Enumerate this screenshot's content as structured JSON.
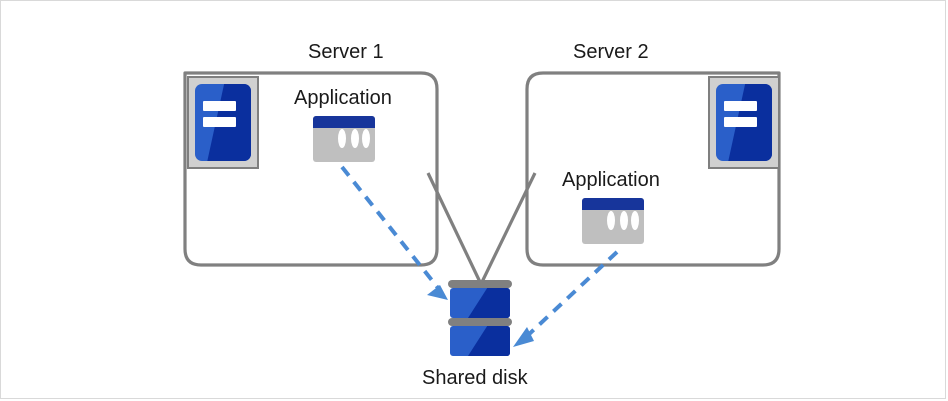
{
  "diagram": {
    "title_server1": "Server 1",
    "title_server2": "Server 2",
    "app1_label": "Application",
    "app2_label": "Application",
    "disk_label": "Shared disk",
    "colors": {
      "box_border": "#808080",
      "server_icon_frame": "#d0d0d0",
      "server_icon_blue_light": "#2a5fc9",
      "server_icon_blue_dark": "#0a2f9e",
      "app_titlebar": "#17359b",
      "app_body": "#bfbfbf",
      "disk_cap": "#808080",
      "arrow_blue": "#4a8ad4",
      "connector_gray": "#808080",
      "canvas_border": "#d9d9d9",
      "text": "#1a1a1a"
    },
    "icons": {
      "server1": "server-chassis-icon",
      "server2": "server-chassis-icon",
      "app1": "application-window-icon",
      "app2": "application-window-icon",
      "disk": "shared-disk-icon"
    },
    "connections": [
      {
        "name": "server1-to-disk-connector",
        "style": "solid-gray"
      },
      {
        "name": "server2-to-disk-connector",
        "style": "solid-gray"
      },
      {
        "name": "app1-to-disk-access",
        "style": "dashed-blue-arrow"
      },
      {
        "name": "app2-to-disk-access",
        "style": "dashed-blue-arrow"
      }
    ]
  }
}
